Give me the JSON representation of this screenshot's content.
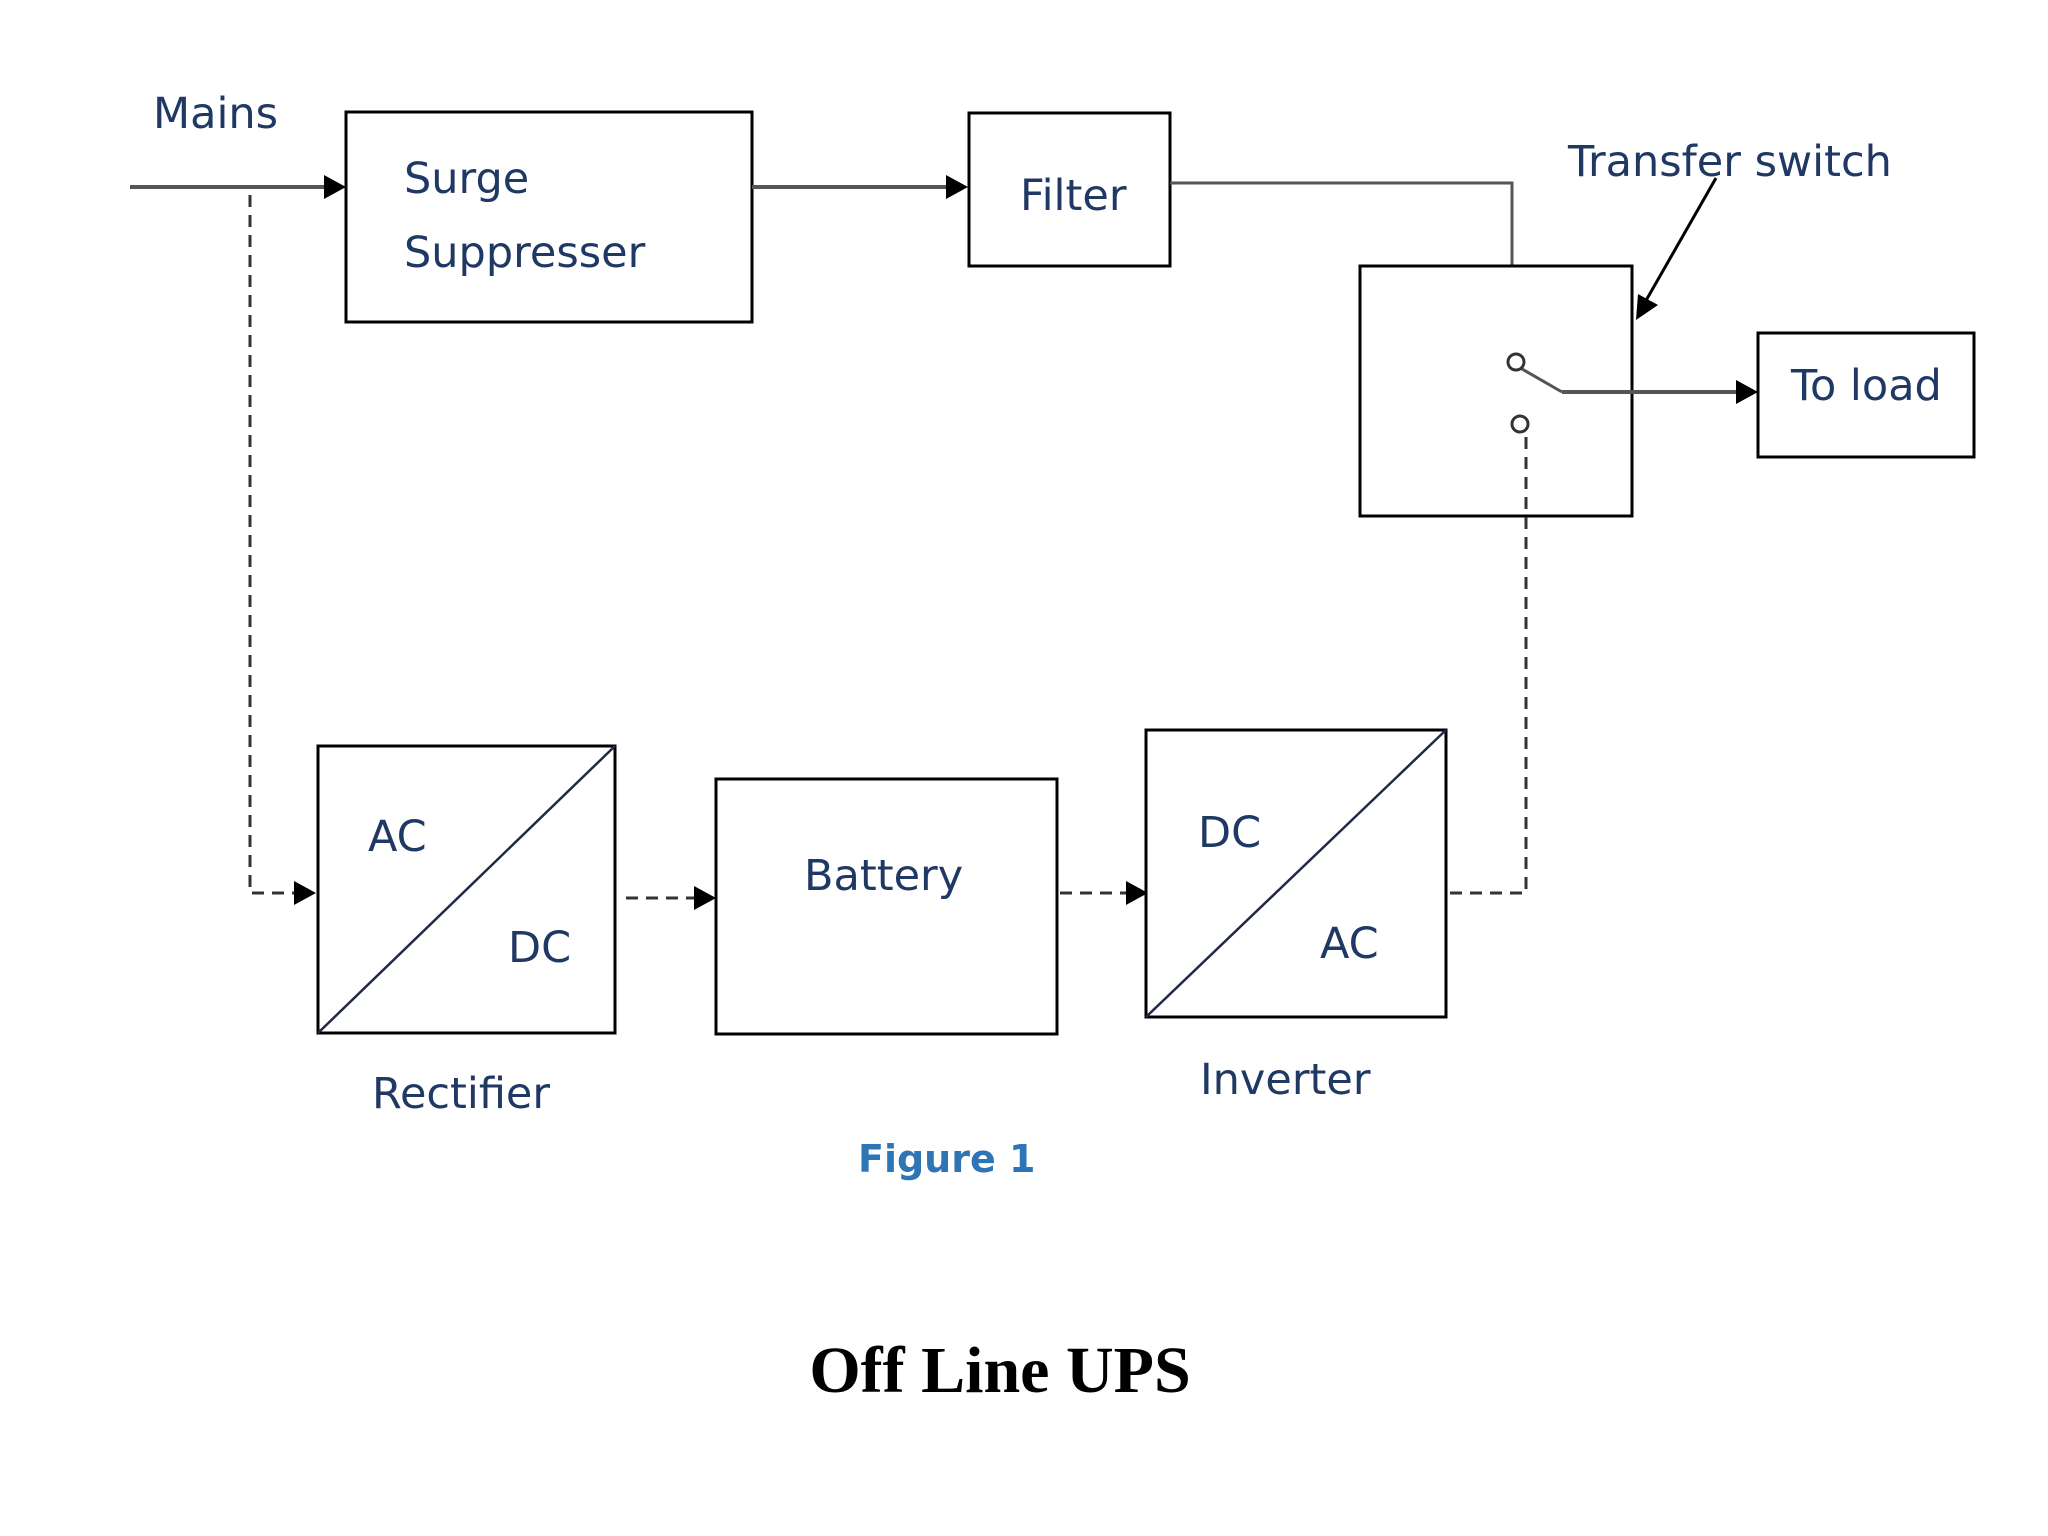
{
  "labels": {
    "mains": "Mains",
    "surge_line1": "Surge",
    "surge_line2": "Suppresser",
    "filter": "Filter",
    "transfer_switch": "Transfer switch",
    "to_load": "To load",
    "rectifier_in": "AC",
    "rectifier_out": "DC",
    "rectifier": "Rectifier",
    "battery": "Battery",
    "inverter_in": "DC",
    "inverter_out": "AC",
    "inverter": "Inverter",
    "figure_caption": "Figure 1",
    "title": "Off Line UPS"
  },
  "colors": {
    "label_text": "#1f3864",
    "caption": "#2e75b6",
    "title": "#000000"
  }
}
